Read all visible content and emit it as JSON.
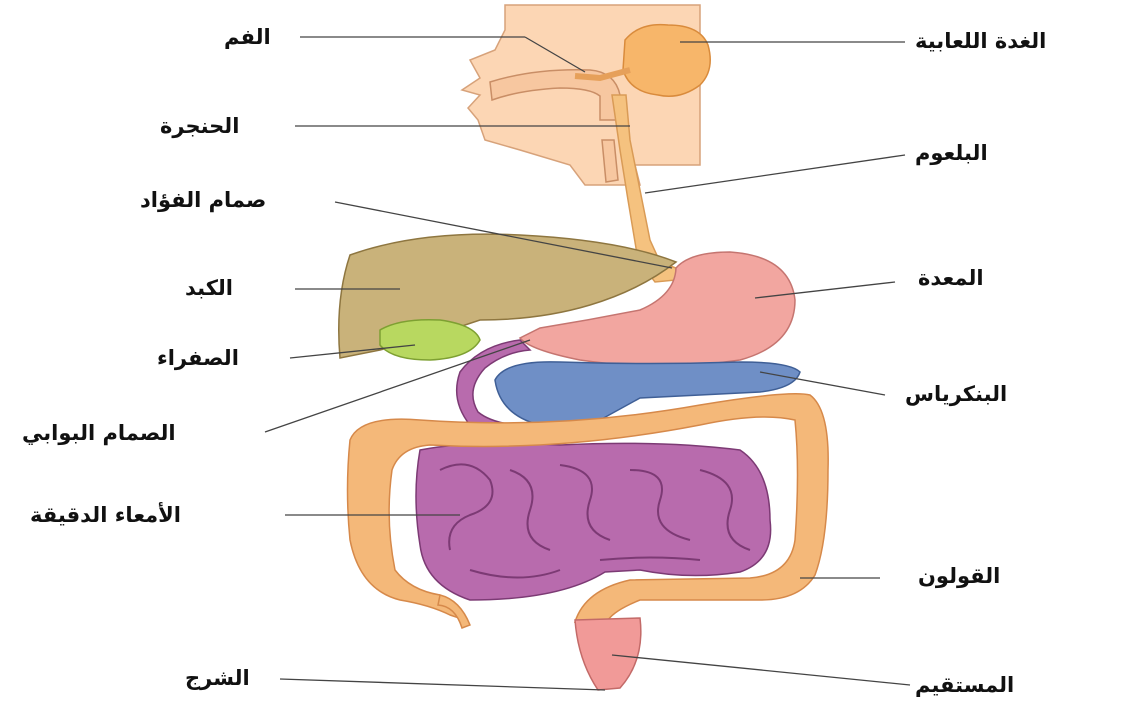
{
  "labels": {
    "mouth": "الفم",
    "larynx": "الحنجرة",
    "cardiac_sphincter": "صمام الفؤاد",
    "liver": "الكبد",
    "gallbladder": "الصفراء",
    "pyloric_sphincter": "الصمام البوابي",
    "small_intestine": "الأمعاء الدقيقة",
    "anus": "الشرج",
    "salivary_gland": "الغدة اللعابية",
    "pharynx": "البلعوم",
    "stomach": "المعدة",
    "pancreas": "البنكرياس",
    "colon": "القولون",
    "rectum": "المستقيم"
  },
  "colors": {
    "skin": "#fcd6b4",
    "gland": "#f7b66a",
    "esophagus": "#f5c27f",
    "liver": "#c9b27a",
    "gallbladder": "#b8d860",
    "stomach": "#f2a6a0",
    "pancreas": "#6f8fc6",
    "small_intestine": "#b86bad",
    "colon": "#f4b879",
    "rectum": "#f19a98",
    "leader": "#444444"
  }
}
